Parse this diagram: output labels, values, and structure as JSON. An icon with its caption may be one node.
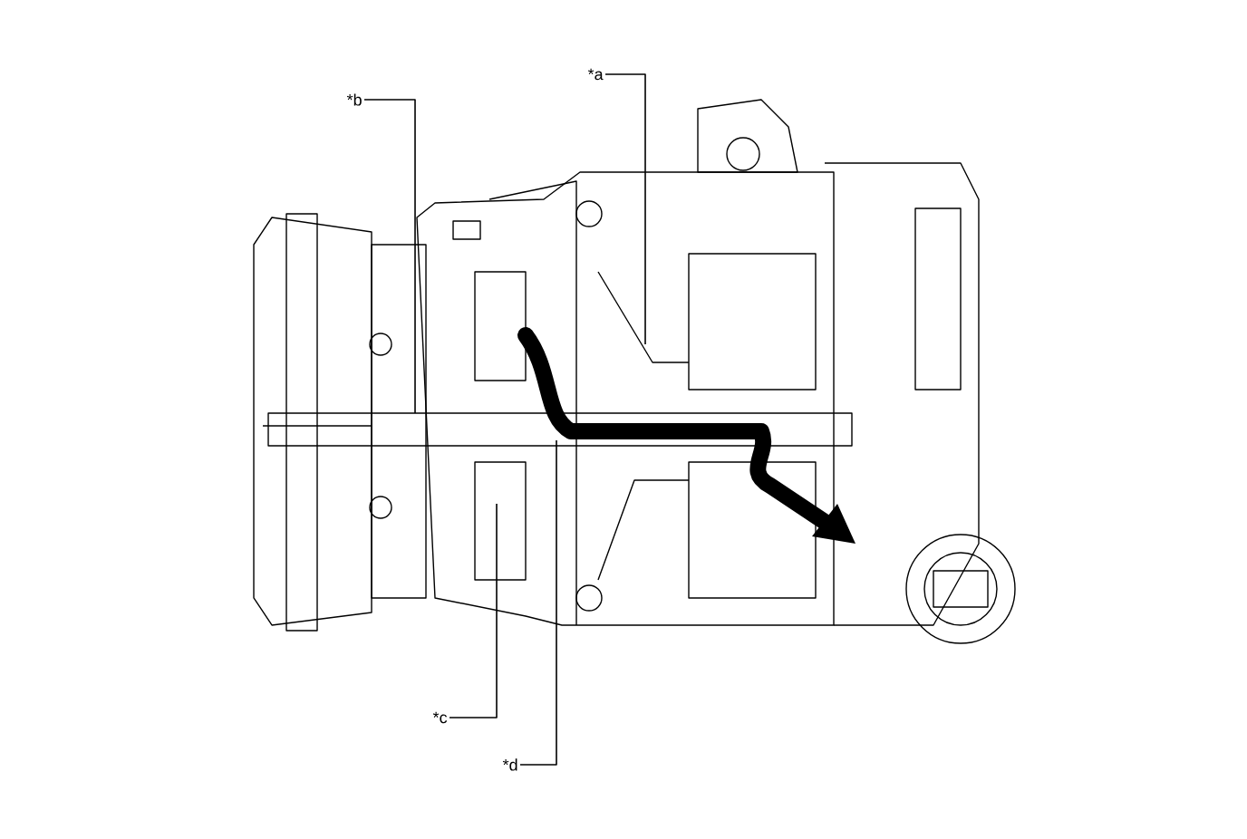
{
  "diagram": {
    "nodes": [
      {
        "text": [
          "*a"
        ]
      },
      {
        "text": [
          "*b"
        ]
      },
      {
        "text": [
          "*c"
        ]
      },
      {
        "text": [
          "*d"
        ]
      }
    ],
    "edges": [
      {
        "from": 0,
        "to": null,
        "arrow": "none"
      },
      {
        "from": 1,
        "to": null,
        "arrow": "none"
      },
      {
        "from": 2,
        "to": null,
        "arrow": "none"
      },
      {
        "from": 3,
        "to": null,
        "arrow": "none"
      }
    ]
  }
}
